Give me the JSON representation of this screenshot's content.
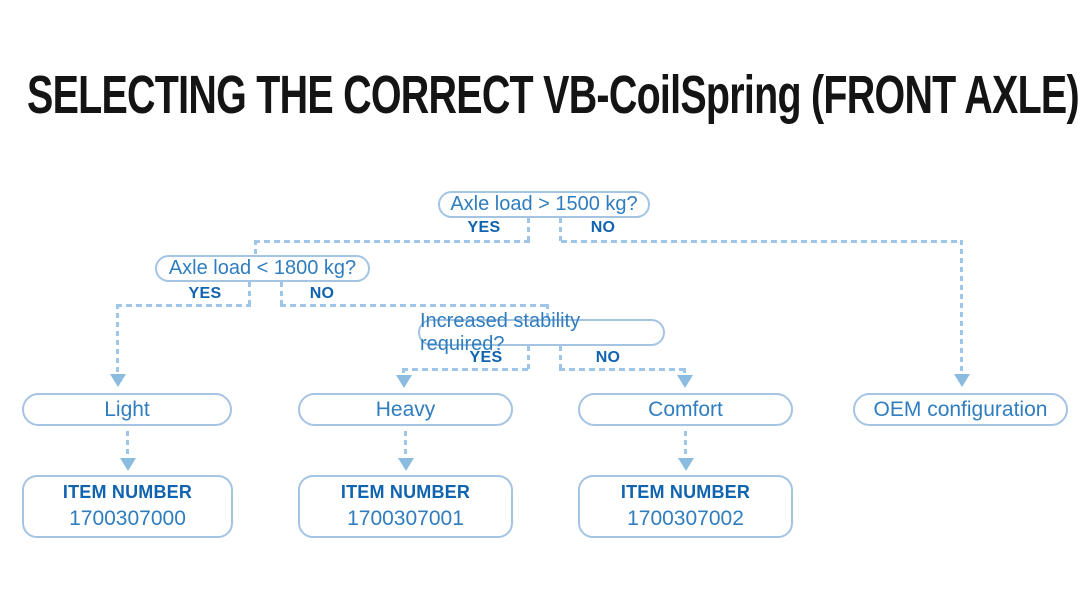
{
  "title": "SELECTING THE CORRECT VB-CoilSpring (FRONT AXLE)",
  "labels": {
    "yes": "YES",
    "no": "NO",
    "item_number": "ITEM NUMBER"
  },
  "decisions": {
    "d1": {
      "question": "Axle load > 1500 kg?"
    },
    "d2": {
      "question": "Axle load < 1800 kg?"
    },
    "d3": {
      "question": "Increased stability required?"
    }
  },
  "options": {
    "light": {
      "label": "Light",
      "item_number": "1700307000"
    },
    "heavy": {
      "label": "Heavy",
      "item_number": "1700307001"
    },
    "comfort": {
      "label": "Comfort",
      "item_number": "1700307002"
    },
    "oem": {
      "label": "OEM configuration"
    }
  },
  "colors": {
    "blue_dark": "#1063ae",
    "blue_mid": "#2f7dbf",
    "border_light": "#a5c3e3",
    "line": "#9dc6e8",
    "arrow": "#8bbce0",
    "title_color": "#141414"
  }
}
